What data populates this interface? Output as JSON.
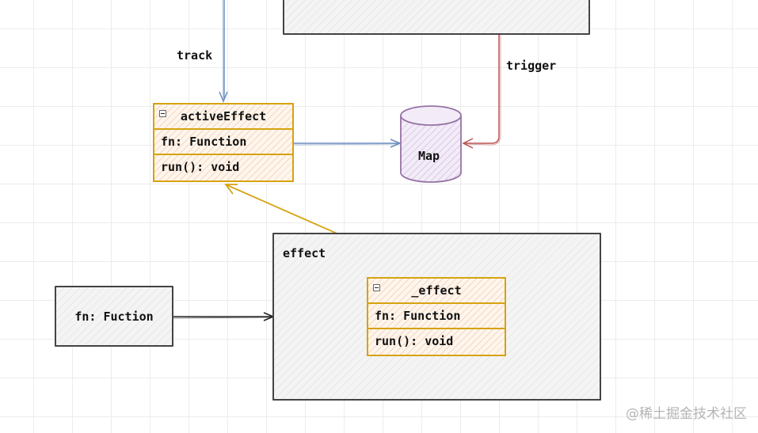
{
  "labels": {
    "track": "track",
    "trigger": "trigger",
    "map": "Map",
    "effect_container": "effect"
  },
  "active_effect": {
    "title": "activeEffect",
    "field": "fn: Function",
    "method": "run(): void"
  },
  "inner_effect": {
    "title": "_effect",
    "field": "fn: Function",
    "method": "run(): void"
  },
  "fn_box": {
    "label": "fn: Fuction"
  },
  "watermark": "@稀土掘金技术社区",
  "colors": {
    "track_arrow": "#6c8ebf",
    "trigger_arrow": "#b85450",
    "uml_border": "#d6a310",
    "uml_fill": "#fdf6ee",
    "map_border": "#9673a6",
    "map_fill": "#efe6f5",
    "box_border": "#444444"
  }
}
